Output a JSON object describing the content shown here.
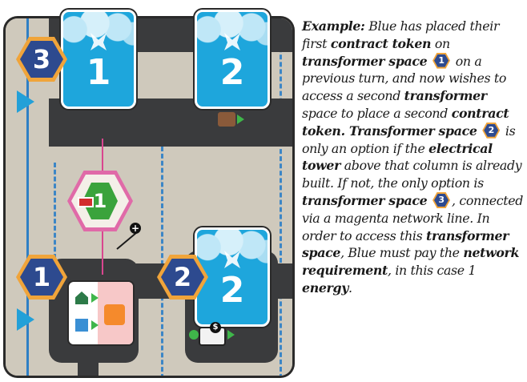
{
  "board": {
    "transformer_tiles": [
      {
        "number": "1"
      },
      {
        "number": "2"
      },
      {
        "number": "2"
      }
    ],
    "space_markers": [
      {
        "number": "3"
      },
      {
        "number": "1"
      },
      {
        "number": "2"
      }
    ],
    "demand_value": "1",
    "colors": {
      "marker_fill": "#2d4a8f",
      "marker_border": "#f0a43a",
      "transformer": "#1ea6dc",
      "network_line": "#d9468f",
      "road": "#3a3b3d",
      "board_bg": "#cfc9bc"
    }
  },
  "example": {
    "p1": "Example:",
    "p2": " Blue has placed their first ",
    "p3": "contract token",
    "p4": " on ",
    "p5": "transformer space",
    "m1": "1",
    "p6": " on a previous turn, and now wishes to access a second ",
    "p7": "transformer",
    "p8": " space to place a second ",
    "p9": "contract token",
    "p10": ". Transformer space",
    "m2": "2",
    "p11": " is only an option if the ",
    "p12": "electrical tower",
    "p13": " above that column is already built. If not, the only option is ",
    "p14": "transformer space",
    "m3": "3",
    "p15": ", connected via a magenta network line. In order to access this ",
    "p16": "transformer space",
    "p17": ", Blue must pay the ",
    "p18": "network requirement",
    "p19": ", in this case 1 ",
    "p20": "energy",
    "p21": "."
  }
}
